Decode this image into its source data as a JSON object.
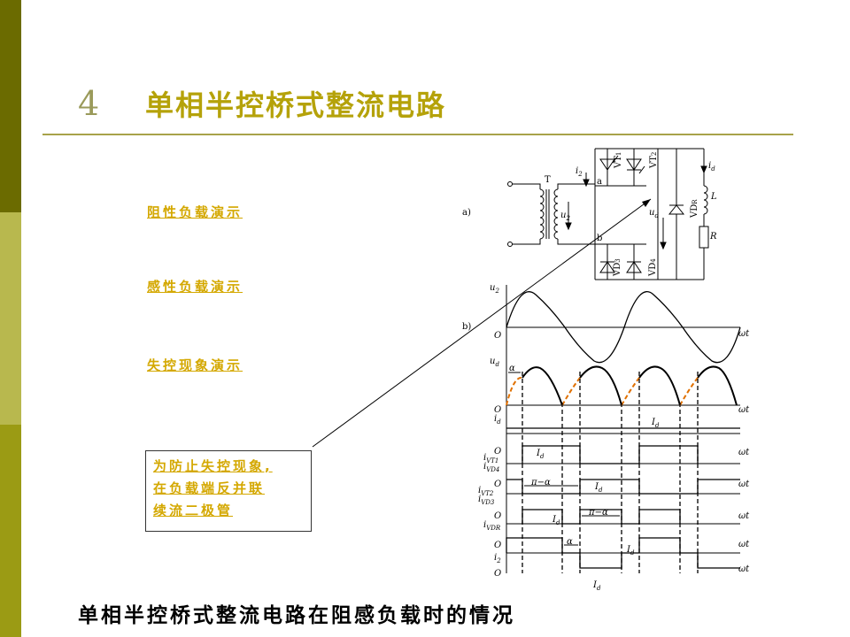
{
  "slide": {
    "number": "4",
    "title": "单相半控桥式整流电路"
  },
  "links": [
    {
      "label": "阻性负载演示"
    },
    {
      "label": "感性负载演示"
    },
    {
      "label": "失控现象演示"
    }
  ],
  "note": {
    "lines": [
      "为防止失控现象,",
      "在负载端反并联",
      "续流二极管"
    ]
  },
  "caption": "单相半控桥式整流电路在阻感负载时的情况",
  "colors": {
    "sidebar_dark": "#6b6b00",
    "sidebar_light": "#b8b84e",
    "sidebar_mid": "#9b9b14",
    "title": "#b5a20a",
    "link": "#d4a800",
    "rule": "#a7a24a",
    "dashed_wave": "#e07000"
  },
  "circuit": {
    "part_a": "a)",
    "part_b": "b)",
    "transformer": "T",
    "u2": "u",
    "u2_sub": "2",
    "i2": "i",
    "i2_sub": "2",
    "node_a": "a",
    "node_b": "b",
    "vt1": "VT",
    "vt1_sub": "1",
    "vt2": "VT",
    "vt2_sub": "2",
    "vd3": "VD",
    "vd3_sub": "3",
    "vd4": "VD",
    "vd4_sub": "4",
    "vdr": "VD",
    "vdr_sub": "R",
    "id": "i",
    "id_sub": "d",
    "ud": "u",
    "ud_sub": "d",
    "inductor": "L",
    "resistor": "R"
  },
  "waveforms": {
    "origin": "O",
    "wt": "ωt",
    "u2": "u",
    "u2_sub": "2",
    "ud": "u",
    "ud_sub": "d",
    "id": "i",
    "id_sub": "d",
    "Id": "I",
    "Id_sub": "d",
    "alpha": "α",
    "pi_minus_alpha": "π−α",
    "ivt1": "i",
    "ivt1_sub": "VT1",
    "ivd4": "i",
    "ivd4_sub": "VD4",
    "ivt2": "i",
    "ivt2_sub": "VT2",
    "ivd3": "i",
    "ivd3_sub": "VD3",
    "ivdr": "i",
    "ivdr_sub": "VDR",
    "i2": "i",
    "i2_sub": "2"
  }
}
